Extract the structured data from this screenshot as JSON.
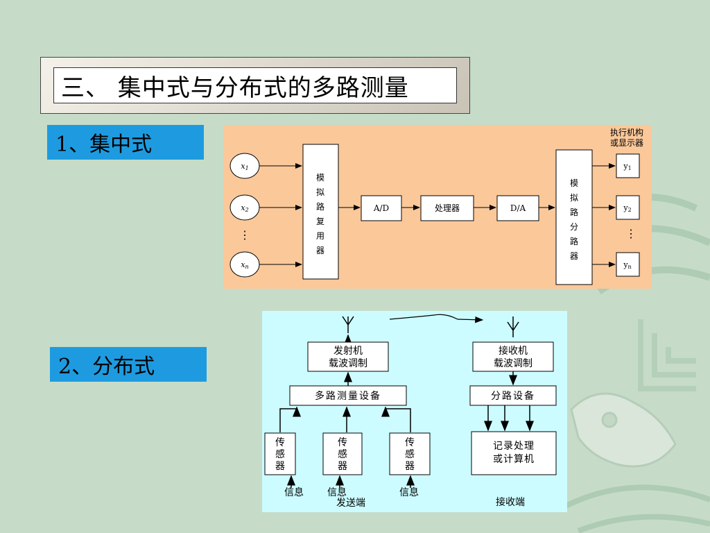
{
  "title": "三、 集中式与分布式的多路测量",
  "sections": {
    "centralized": "1、集中式",
    "distributed": "2、分布式"
  },
  "centralized_diagram": {
    "actuator_label_line1": "执行机构",
    "actuator_label_line2": "或显示器",
    "inputs": [
      {
        "base": "x",
        "sub": "1"
      },
      {
        "base": "x",
        "sub": "2"
      },
      {
        "base": "x",
        "sub": "n"
      }
    ],
    "outputs": [
      {
        "base": "y",
        "sub": "1"
      },
      {
        "base": "y",
        "sub": "2"
      },
      {
        "base": "y",
        "sub": "n"
      }
    ],
    "mux_chars": [
      "模",
      "拟",
      "路",
      "复",
      "用",
      "器"
    ],
    "demux_chars": [
      "模",
      "拟",
      "路",
      "分",
      "路",
      "器"
    ],
    "ad": "A/D",
    "processor": "处理器",
    "da": "D/A",
    "ellipsis": "⋮"
  },
  "distributed_diagram": {
    "transmitter_line1": "发射机",
    "transmitter_line2": "载波调制",
    "receiver_line1": "接收机",
    "receiver_line2": "载波调制",
    "multiplex_device": "多路测量设备",
    "demux_device": "分路设备",
    "sensor_chars": [
      "传",
      "感",
      "器"
    ],
    "recorder_line1": "记录处理",
    "recorder_line2": "或计算机",
    "info": "信息",
    "sender_end": "发送端",
    "receiver_end": "接收端"
  },
  "colors": {
    "background": "#c6dcc8",
    "label_blue": "#1e9be0",
    "centralized_panel": "#fbc89a",
    "distributed_panel": "#ccfcff"
  }
}
